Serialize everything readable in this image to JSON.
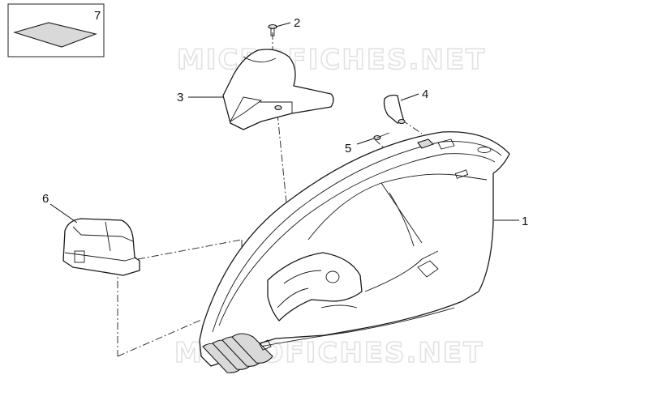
{
  "watermark": {
    "top": "MICROFICHES.NET",
    "bottom": "MICROFICHES.NET"
  },
  "callouts": [
    {
      "id": "c1",
      "label": "1"
    },
    {
      "id": "c2",
      "label": "2"
    },
    {
      "id": "c3",
      "label": "3"
    },
    {
      "id": "c4",
      "label": "4"
    },
    {
      "id": "c5",
      "label": "5"
    },
    {
      "id": "c6",
      "label": "6"
    },
    {
      "id": "c7",
      "label": "7"
    }
  ]
}
